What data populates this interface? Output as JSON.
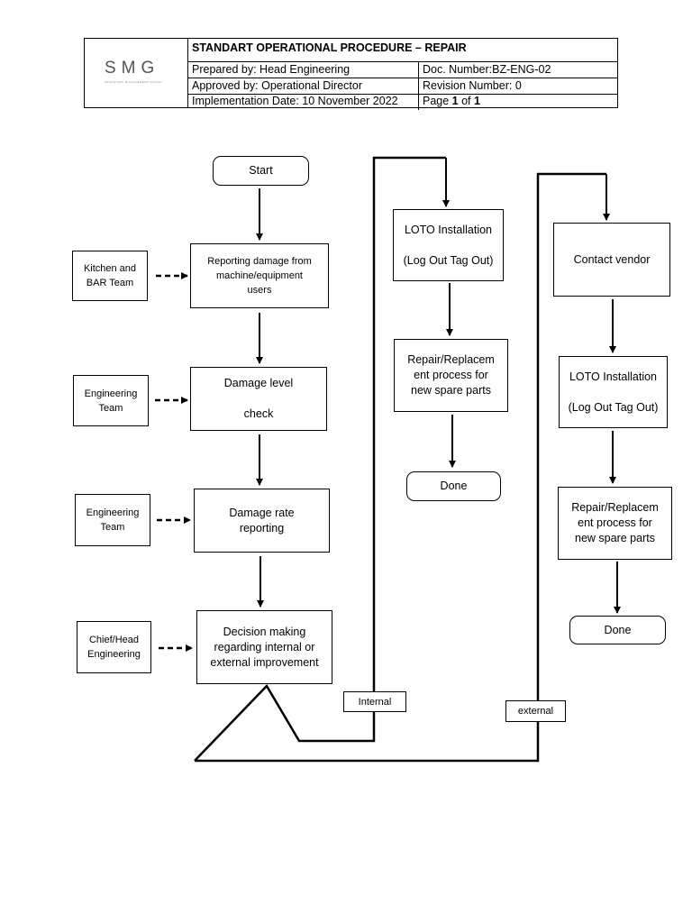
{
  "header": {
    "logo_text": "SMG",
    "logo_subtitle": "SENANTARI MANAGEMENT GROUP",
    "title": "STANDART OPERATIONAL PROCEDURE – REPAIR",
    "prepared_by": "Prepared by: Head Engineering",
    "doc_number": "Doc. Number:BZ-ENG-02",
    "approved_by": "Approved by: Operational Director",
    "revision_number": "Revision Number: 0",
    "implementation_date": "Implementation Date: 10 November 2022",
    "page_prefix": "Page ",
    "page_current": "1",
    "page_of": " of ",
    "page_total": "1"
  },
  "flow": {
    "start": "Start",
    "reporting_damage": "Reporting damage from\nmachine/equipment\nusers",
    "damage_level": "Damage level\n\ncheck",
    "damage_rate": "Damage rate\nreporting",
    "decision": "Decision making\nregarding internal or\nexternal improvement",
    "kitchen_team": "Kitchen and\nBAR Team",
    "engineering_team_1": "Engineering\nTeam",
    "engineering_team_2": "Engineering\nTeam",
    "chief_engineering": "Chief/Head\nEngineering",
    "internal_label": "Internal",
    "external_label": "external",
    "internal": {
      "loto": "LOTO Installation\n\n(Log Out Tag Out)",
      "repair": "Repair/Replacem\nent process for\nnew spare parts",
      "done": "Done"
    },
    "external": {
      "contact_vendor": "Contact vendor",
      "loto": "LOTO Installation\n\n(Log Out Tag Out)",
      "repair": "Repair/Replacem\nent process for\nnew spare parts",
      "done": "Done"
    }
  }
}
